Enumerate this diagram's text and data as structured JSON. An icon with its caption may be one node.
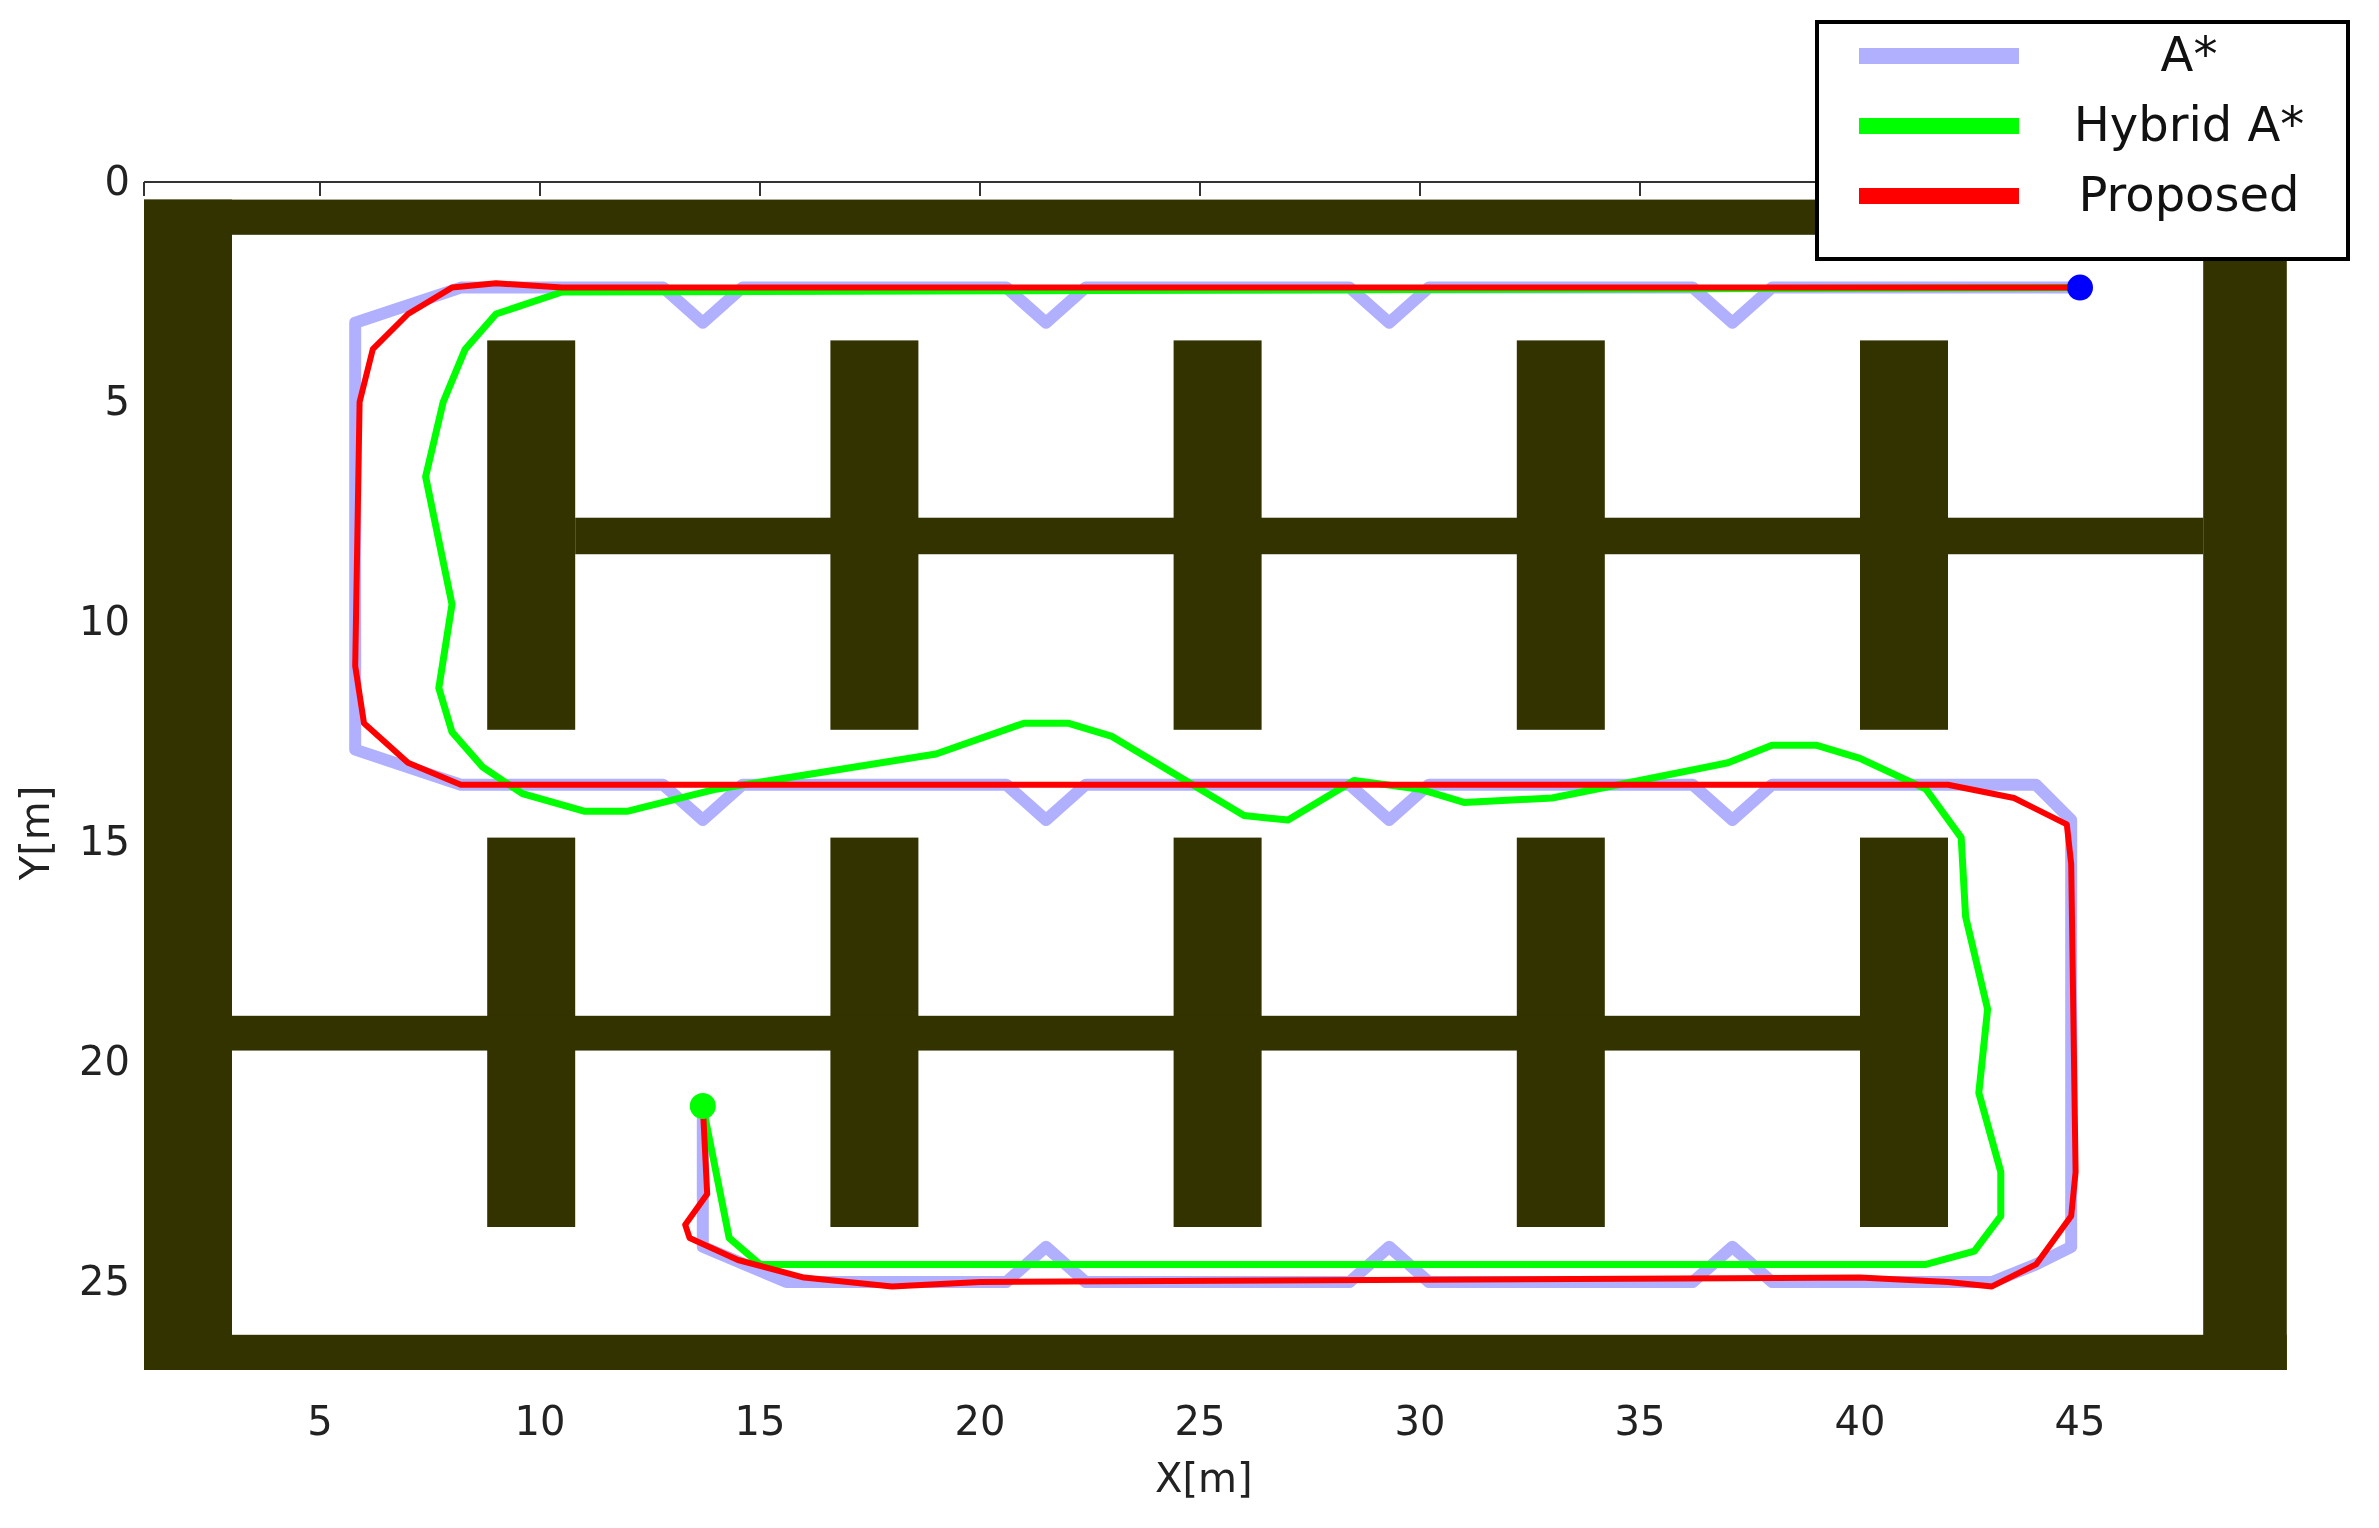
{
  "diagram": {
    "labels": [
      "0",
      "5",
      "10",
      "15",
      "20",
      "25",
      "5",
      "10",
      "15",
      "20",
      "25",
      "30",
      "35",
      "40",
      "45",
      "X[m]",
      "Y[m]"
    ],
    "legend": [
      {
        "text": "A*"
      },
      {
        "text": "Hybrid A*"
      },
      {
        "text": "Proposed"
      }
    ]
  }
}
